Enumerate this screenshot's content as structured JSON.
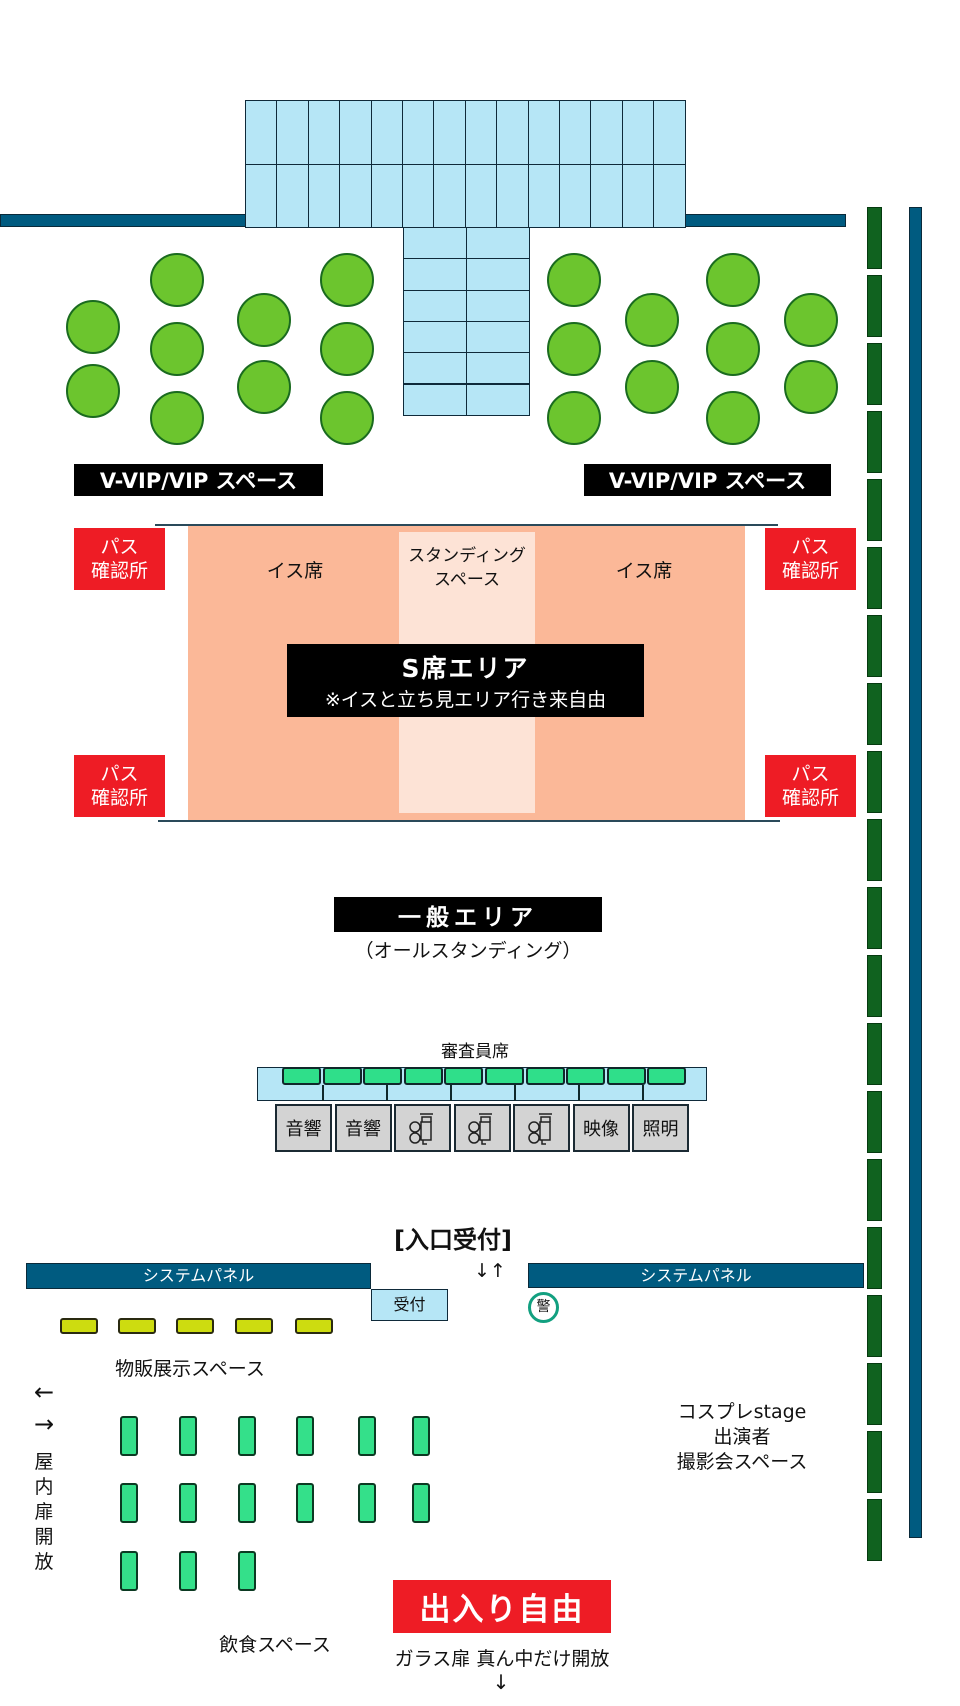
{
  "vip_label": "V-VIP/VIP スペース",
  "pass_check": {
    "line1": "パス",
    "line2": "確認所"
  },
  "s_area": {
    "title": "S席エリア",
    "note": "※イスと立ち見エリア行き来自由",
    "chair_seats": "イス席",
    "standing": {
      "line1": "スタンディング",
      "line2": "スペース"
    }
  },
  "general_area": {
    "title": "一般エリア",
    "subtitle": "（オールスタンディング）"
  },
  "judges": {
    "label": "審査員席",
    "equipment": [
      {
        "label": "音響",
        "icon": null
      },
      {
        "label": "音響",
        "icon": null
      },
      {
        "label": null,
        "icon": "video-camera-icon"
      },
      {
        "label": null,
        "icon": "video-camera-icon"
      },
      {
        "label": null,
        "icon": "video-camera-icon"
      },
      {
        "label": "映像",
        "icon": null
      },
      {
        "label": "照明",
        "icon": null
      }
    ]
  },
  "entrance": {
    "label": "[入口受付]",
    "arrows": "↓↑",
    "reception": "受付",
    "guard": "警"
  },
  "system_panel": "システムパネル",
  "merch": "物販展示スペース",
  "indoor_door": {
    "arrows_left": "←",
    "arrows_right": "→",
    "text": "屋内扉開放"
  },
  "cosplay": {
    "line1": "コスプレstage",
    "line2": "出演者",
    "line3": "撮影会スペース"
  },
  "food": "飲食スペース",
  "free_entry": {
    "label": "出入り自由",
    "note": "ガラス扉 真ん中だけ開放",
    "arrow": "↓"
  },
  "colors": {
    "wall": "#005b80",
    "tree": "#6cc52e",
    "seat": "#b6e6f6",
    "s_area": "#fbb898",
    "standing": "#fde3d6",
    "pass": "#ee1c25"
  }
}
